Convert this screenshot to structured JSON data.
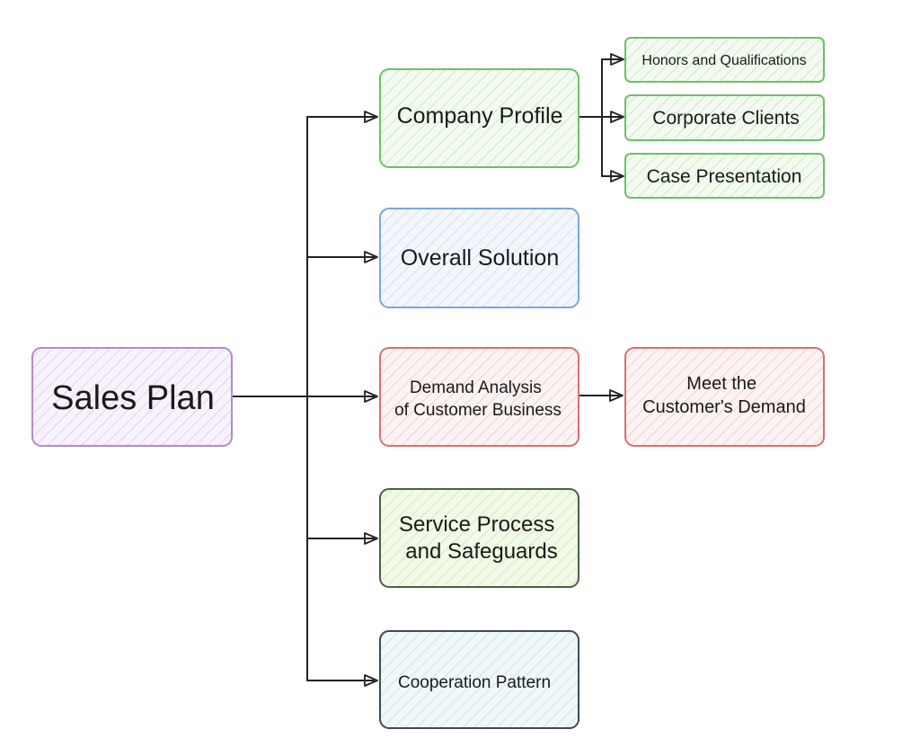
{
  "colors": {
    "purple_stroke": "#b38cc9",
    "purple_fill": "#ecdff3",
    "green_stroke": "#6fbf6a",
    "green_fill": "#e0f2dc",
    "blue_stroke": "#7ea6d8",
    "blue_fill": "#e2ecf7",
    "red_stroke": "#d97070",
    "red_fill": "#f7e0e0",
    "lime_stroke": "#4d5e47",
    "lime_fill": "#e3f2cf",
    "slate_stroke": "#3f4a55",
    "slate_fill": "#e0edf0",
    "connector": "#222222"
  },
  "nodes": {
    "root": {
      "lines": [
        "Sales Plan"
      ]
    },
    "company_profile": {
      "lines": [
        "Company Profile"
      ]
    },
    "honors": {
      "lines": [
        "Honors and Qualifications"
      ]
    },
    "corporate_clients": {
      "lines": [
        "Corporate Clients"
      ]
    },
    "case_presentation": {
      "lines": [
        "Case Presentation"
      ]
    },
    "overall_solution": {
      "lines": [
        "Overall Solution"
      ]
    },
    "demand_analysis": {
      "lines": [
        "Demand Analysis",
        "of Customer Business"
      ]
    },
    "meet_demand": {
      "lines": [
        "Meet the",
        "Customer's Demand"
      ]
    },
    "service_process": {
      "lines": [
        "Service Process",
        "and Safeguards"
      ]
    },
    "cooperation": {
      "lines": [
        "Cooperation Pattern"
      ]
    }
  }
}
